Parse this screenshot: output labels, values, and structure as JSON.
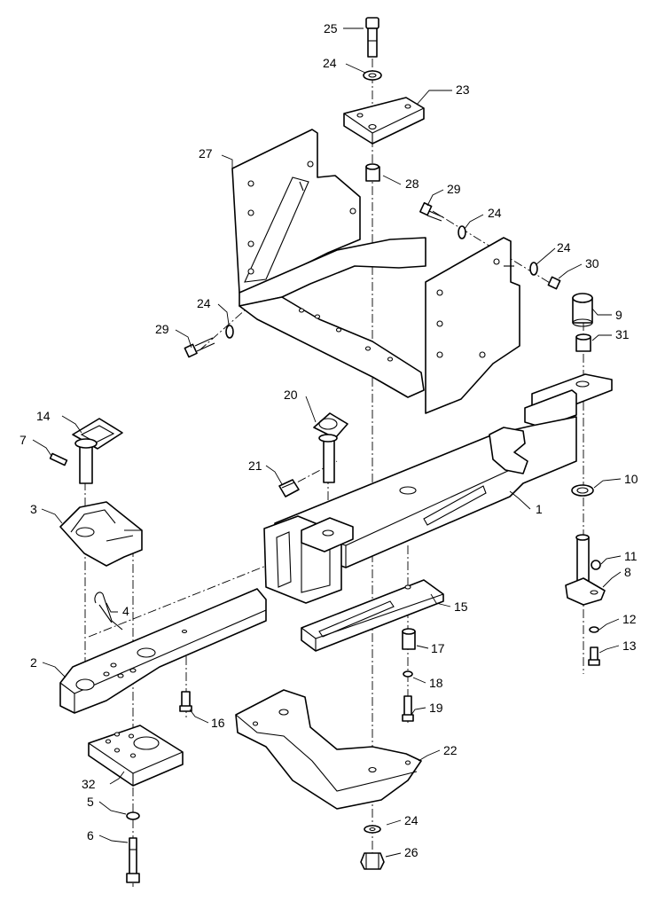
{
  "callouts": [
    {
      "id": "c1",
      "label": "1"
    },
    {
      "id": "c2",
      "label": "2"
    },
    {
      "id": "c3",
      "label": "3"
    },
    {
      "id": "c4",
      "label": "4"
    },
    {
      "id": "c5",
      "label": "5"
    },
    {
      "id": "c6",
      "label": "6"
    },
    {
      "id": "c7",
      "label": "7"
    },
    {
      "id": "c8",
      "label": "8"
    },
    {
      "id": "c9",
      "label": "9"
    },
    {
      "id": "c10",
      "label": "10"
    },
    {
      "id": "c11",
      "label": "11"
    },
    {
      "id": "c12",
      "label": "12"
    },
    {
      "id": "c13",
      "label": "13"
    },
    {
      "id": "c14",
      "label": "14"
    },
    {
      "id": "c15",
      "label": "15"
    },
    {
      "id": "c16",
      "label": "16"
    },
    {
      "id": "c17",
      "label": "17"
    },
    {
      "id": "c18",
      "label": "18"
    },
    {
      "id": "c19",
      "label": "19"
    },
    {
      "id": "c20",
      "label": "20"
    },
    {
      "id": "c21",
      "label": "21"
    },
    {
      "id": "c22",
      "label": "22"
    },
    {
      "id": "c23",
      "label": "23"
    },
    {
      "id": "c24a",
      "label": "24"
    },
    {
      "id": "c24b",
      "label": "24"
    },
    {
      "id": "c24c",
      "label": "24"
    },
    {
      "id": "c24d",
      "label": "24"
    },
    {
      "id": "c24e",
      "label": "24"
    },
    {
      "id": "c25",
      "label": "25"
    },
    {
      "id": "c26",
      "label": "26"
    },
    {
      "id": "c27",
      "label": "27"
    },
    {
      "id": "c28",
      "label": "28"
    },
    {
      "id": "c29a",
      "label": "29"
    },
    {
      "id": "c29b",
      "label": "29"
    },
    {
      "id": "c30",
      "label": "30"
    },
    {
      "id": "c31",
      "label": "31"
    },
    {
      "id": "c32",
      "label": "32"
    }
  ]
}
